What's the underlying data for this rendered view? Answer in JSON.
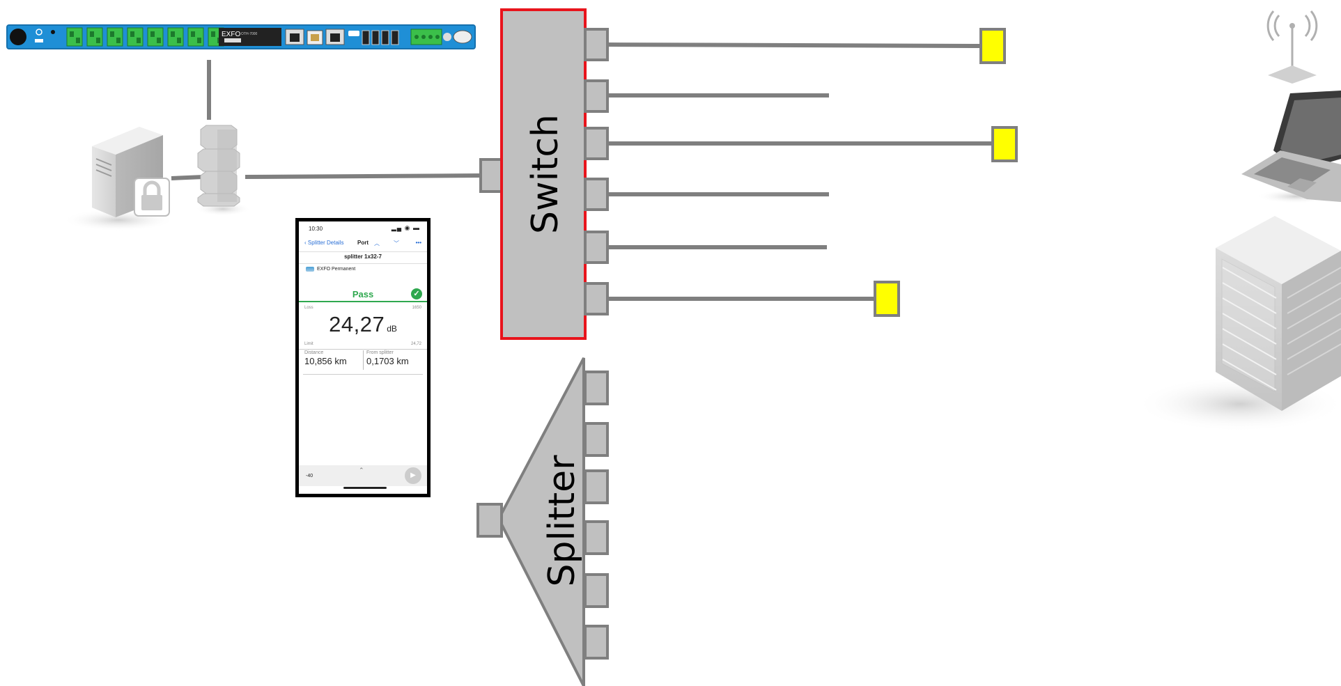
{
  "labels": {
    "switch": "Switch",
    "splitter": "Splitter"
  },
  "rack_unit": {
    "brand": "EXFO",
    "model": "OTH-7000"
  },
  "phone": {
    "time": "10:30",
    "nav_back": "Splitter Details",
    "nav_port": "Port",
    "title": "splitter 1x32-7",
    "meter_name": "EXFO Permanent",
    "status": "Pass",
    "loss_label": "Loss",
    "wavelength": "1650",
    "loss_value": "24,27",
    "loss_unit": "dB",
    "limit_label": "Limit",
    "limit_value": "24,72",
    "distance_label": "Distance",
    "distance_value": "10,856 km",
    "from_splitter_label": "From splitter",
    "from_splitter_value": "0,1703 km",
    "bottom_value": "-40"
  },
  "colors": {
    "switch_border": "#e8141c",
    "component_fill": "#c0c0c0",
    "line": "#7f7f7f",
    "terminal": "#ffff00",
    "rack_blue": "#1f8fd6",
    "pass_green": "#2fa84f"
  },
  "icons": [
    "server-lock-icon",
    "firewall-icon",
    "wifi-antenna-icon",
    "laptop-icon",
    "building-icon",
    "rack-unit-icon",
    "smartphone-icon"
  ]
}
